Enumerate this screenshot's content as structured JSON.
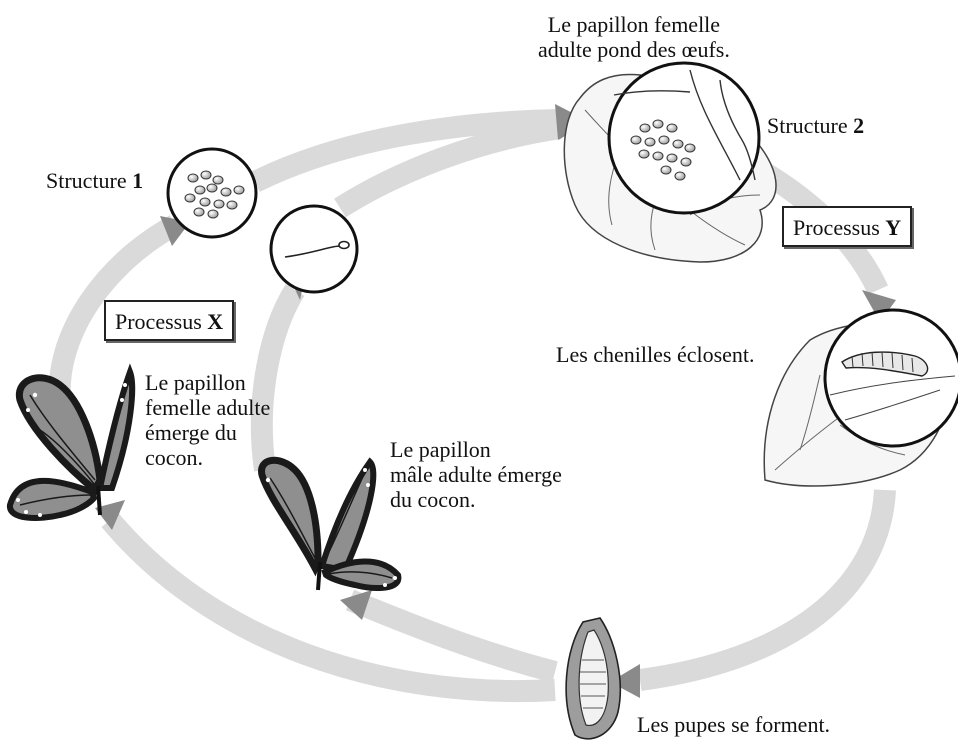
{
  "labels": {
    "female_lays_eggs": [
      "Le papillon femelle",
      "adulte pond des œufs."
    ],
    "structure_1": "Structure",
    "structure_1_num": "1",
    "structure_2": "Structure",
    "structure_2_num": "2",
    "process_x": "Processus",
    "process_x_letter": "X",
    "process_y": "Processus",
    "process_y_letter": "Y",
    "caterpillars_hatch": "Les chenilles éclosent.",
    "female_emerges": [
      "Le papillon",
      "femelle adulte",
      "émerge du",
      "cocon."
    ],
    "male_emerges": [
      "Le papillon",
      "mâle adulte émerge",
      "du cocon."
    ],
    "pupae_form": "Les pupes se forment."
  },
  "icons": [
    "egg-cluster-icon",
    "sperm-icon",
    "leaf-icon",
    "caterpillar-icon",
    "pupa-icon",
    "female-butterfly-icon",
    "male-butterfly-icon",
    "arrow-icon"
  ],
  "colors": {
    "arrow_fill": "#d9d9d9",
    "arrow_head": "#8c8c8c",
    "wing_fill": "#8f8f8f",
    "wing_border": "#2a2a2a",
    "line": "#222222"
  }
}
